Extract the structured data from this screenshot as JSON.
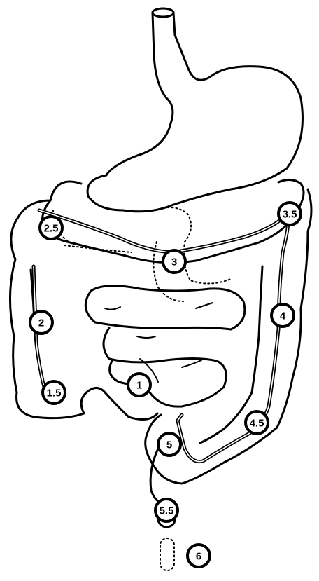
{
  "markers": [
    "1",
    "1.5",
    "2",
    "2.5",
    "3",
    "3.5",
    "4",
    "4.5",
    "5",
    "5.5",
    "6"
  ]
}
